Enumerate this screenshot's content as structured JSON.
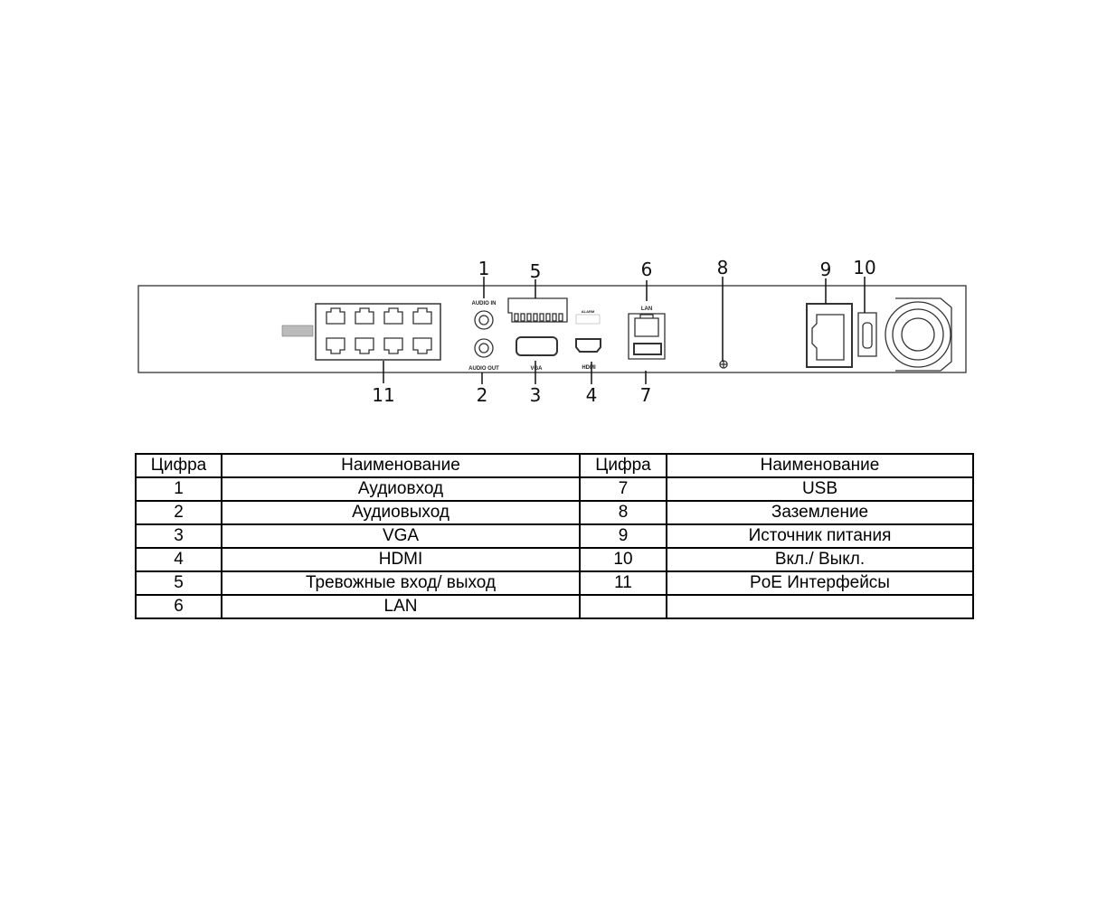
{
  "diagram": {
    "callouts": [
      "1",
      "2",
      "3",
      "4",
      "5",
      "6",
      "7",
      "8",
      "9",
      "10",
      "11"
    ],
    "port_labels": {
      "audio_in": "AUDIO IN",
      "audio_out": "AUDIO OUT",
      "vga": "VGA",
      "hdmi": "HDMI",
      "lan": "LAN",
      "alarm": "ALARM"
    }
  },
  "table": {
    "headers": [
      "Цифра",
      "Наименование",
      "Цифра",
      "Наименование"
    ],
    "rows": [
      [
        "1",
        "Аудиовход",
        "7",
        "USB"
      ],
      [
        "2",
        "Аудиовыход",
        "8",
        "Заземление"
      ],
      [
        "3",
        "VGA",
        "9",
        "Источник питания"
      ],
      [
        "4",
        "HDMI",
        "10",
        "Вкл./ Выкл."
      ],
      [
        "5",
        "Тревожные вход/ выход",
        "11",
        "PoE Интерфейсы"
      ],
      [
        "6",
        "LAN",
        "",
        ""
      ]
    ]
  }
}
